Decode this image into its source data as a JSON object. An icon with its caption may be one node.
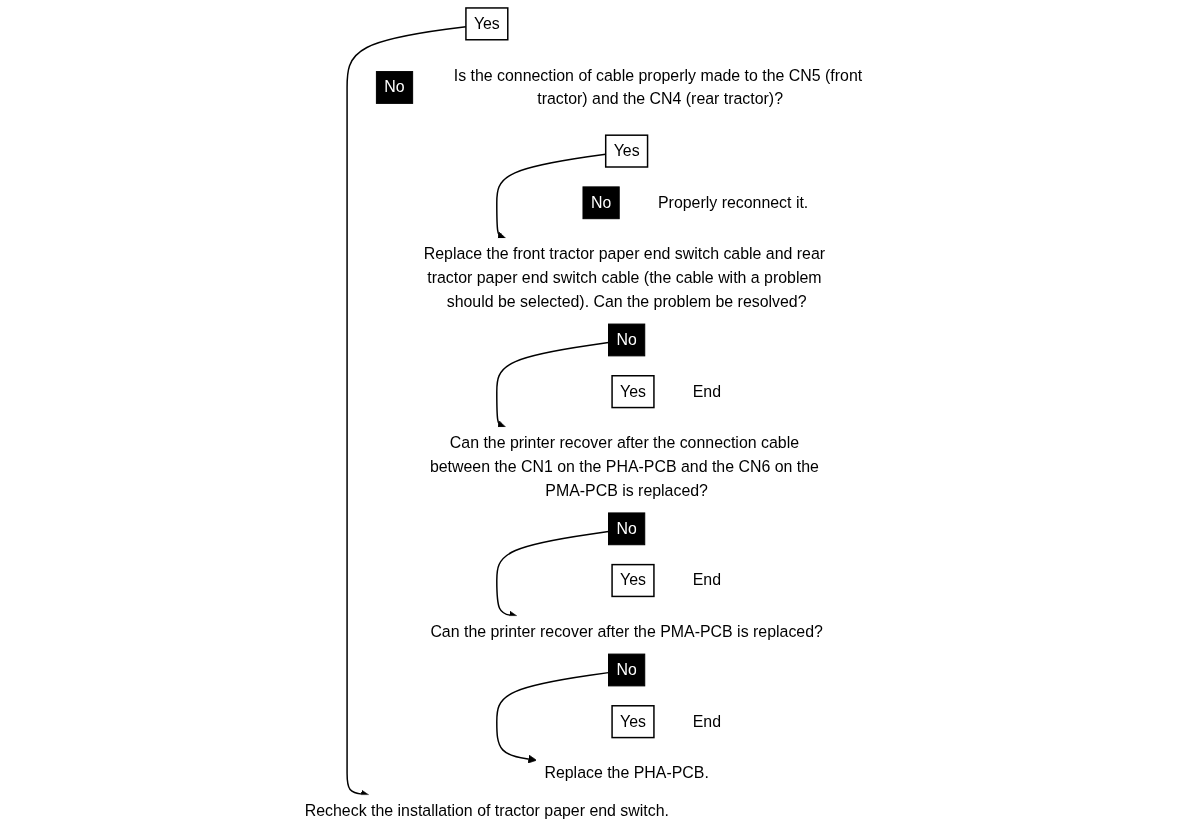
{
  "diagram": {
    "nodes": [
      {
        "text": [
          "Yes"
        ]
      },
      {
        "text": [
          "No"
        ],
        "beside": [
          "Is the connection of cable properly made to the CN5 (front tractor) and the CN4 (rear tractor)?"
        ]
      },
      {
        "text": [
          "Yes"
        ]
      },
      {
        "text": [
          "No"
        ],
        "beside": [
          "Properly reconnect it."
        ]
      },
      {
        "text": [
          "Replace the front tractor paper end switch cable and rear tractor paper end switch cable (the cable with a problem should be selected). Can the problem be resolved?"
        ]
      },
      {
        "text": [
          "No"
        ]
      },
      {
        "text": [
          "Yes"
        ],
        "beside": [
          "End"
        ]
      },
      {
        "text": [
          "Can the printer recover after the connection cable between the CN1 on the PHA-PCB and the CN6 on the PMA-PCB is replaced?"
        ]
      },
      {
        "text": [
          "No"
        ]
      },
      {
        "text": [
          "Yes"
        ],
        "beside": [
          "End"
        ]
      },
      {
        "text": [
          "Can the printer recover after the PMA-PCB is replaced?"
        ]
      },
      {
        "text": [
          "No"
        ]
      },
      {
        "text": [
          "Yes"
        ],
        "beside": [
          "End"
        ]
      },
      {
        "text": [
          "Replace the PHA-PCB."
        ]
      },
      {
        "text": [
          "Recheck the installation of tractor paper end switch."
        ]
      }
    ],
    "edges": [
      {
        "from": 0,
        "to": 14,
        "arrow": "to"
      },
      {
        "from": 2,
        "to": 4,
        "arrow": "to"
      },
      {
        "from": 5,
        "to": 7,
        "arrow": "to"
      },
      {
        "from": 8,
        "to": 10,
        "arrow": "to"
      },
      {
        "from": 11,
        "to": 13,
        "arrow": "to"
      }
    ]
  }
}
